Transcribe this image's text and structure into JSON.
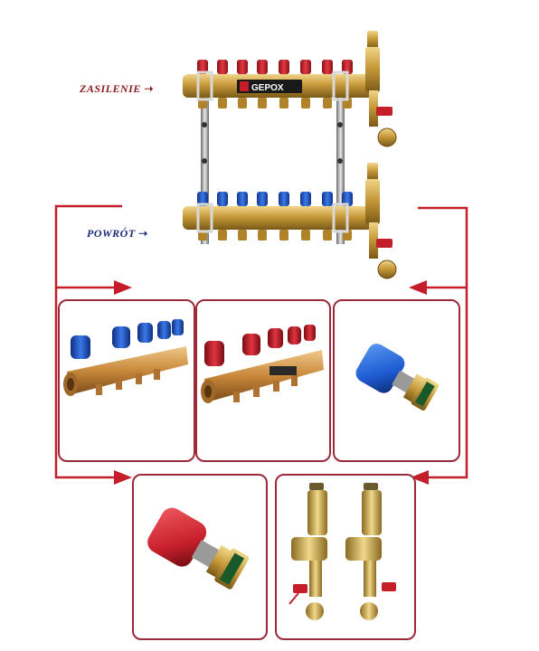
{
  "labels": {
    "supply": "ZASILENIE",
    "return": "POWRÓT",
    "arrow_glyph": "➝"
  },
  "brand": {
    "logo_text": "GEPOX"
  },
  "colors": {
    "supply_valve": "#c8202c",
    "return_valve": "#1e5ad2",
    "brass": "#c89a3a",
    "connector_line": "#c41e2a",
    "panel_border": "#9a2a3a",
    "supply_label": "#8a1a1a",
    "return_label": "#1a2a7a"
  }
}
